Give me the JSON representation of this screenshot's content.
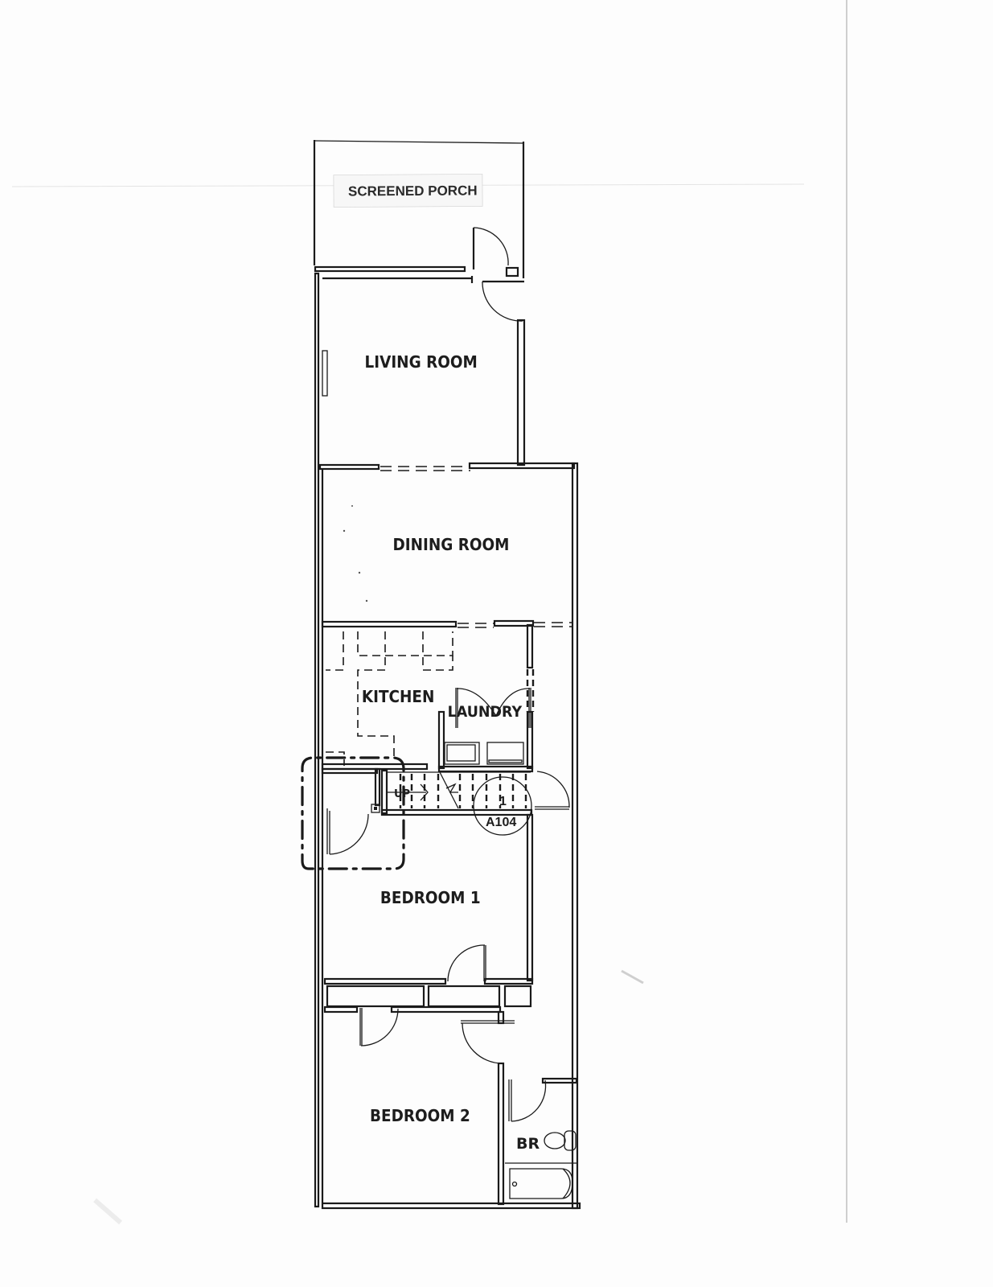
{
  "plan": {
    "rooms": [
      {
        "id": "screened-porch",
        "label": "SCREENED PORCH"
      },
      {
        "id": "living-room",
        "label": "LIVING ROOM"
      },
      {
        "id": "dining-room",
        "label": "DINING ROOM"
      },
      {
        "id": "kitchen",
        "label": "KITCHEN"
      },
      {
        "id": "laundry",
        "label": "LAUNDRY"
      },
      {
        "id": "bedroom-1",
        "label": "BEDROOM 1"
      },
      {
        "id": "bedroom-2",
        "label": "BEDROOM 2"
      },
      {
        "id": "bathroom",
        "label": "BR"
      }
    ],
    "stairs": {
      "label": "UP"
    },
    "section_callout": {
      "number": "1",
      "sheet": "A104"
    }
  },
  "colors": {
    "paper": "#fdfdfd",
    "ink": "#1a1a1a",
    "scan_edge": "#cfcfcf"
  }
}
